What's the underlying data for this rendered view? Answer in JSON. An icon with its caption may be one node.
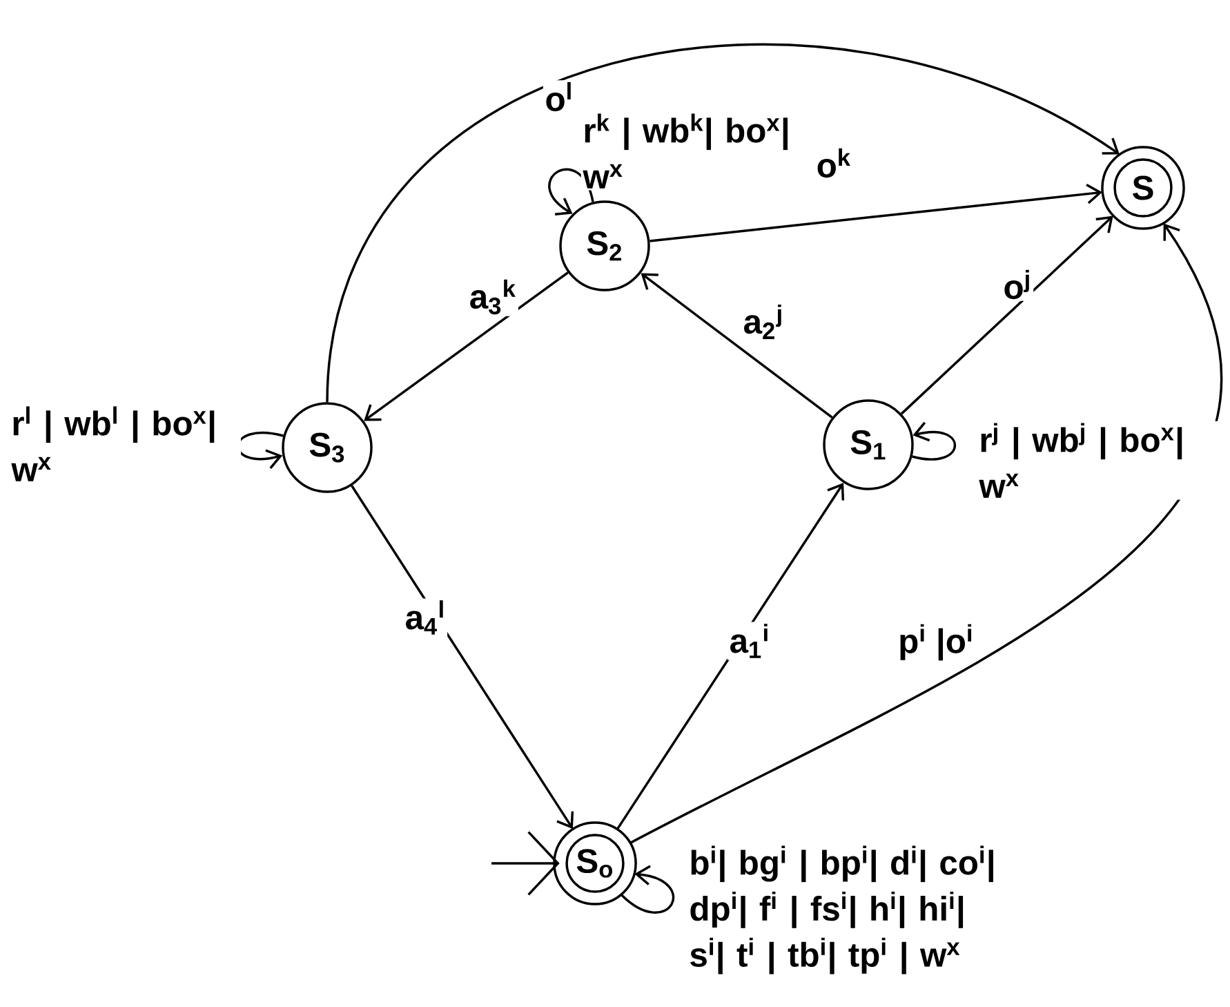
{
  "diagram": {
    "nodes": [
      {
        "text": [
          "S"
        ]
      },
      {
        "text": [
          "S$_{2}$"
        ]
      },
      {
        "text": [
          "S$_{3}$"
        ]
      },
      {
        "text": [
          "S$_{1}$"
        ]
      },
      {
        "text": [
          "S$_{o}$"
        ]
      }
    ],
    "edges": [
      {
        "from": 2,
        "to": 0,
        "arrow": "to",
        "label": "o$^{l}$"
      },
      {
        "from": 1,
        "to": 1,
        "arrow": "to",
        "label": "r$^{k}$ | wb$^{k}$| bo$^{x}$| w$^{x}$"
      },
      {
        "from": 1,
        "to": 0,
        "arrow": "to",
        "label": "o$^{k}$"
      },
      {
        "from": 1,
        "to": 2,
        "arrow": "to",
        "label": "a$_{3}$$^{k}$"
      },
      {
        "from": 3,
        "to": 1,
        "arrow": "to",
        "label": "a$_{2}$$^{j}$"
      },
      {
        "from": 3,
        "to": 0,
        "arrow": "to",
        "label": "o$^{j}$"
      },
      {
        "from": 2,
        "to": 2,
        "arrow": "to",
        "label": "r$^{l}$ | wb$^{l}$ | bo$^{x}$| w$^{x}$"
      },
      {
        "from": 3,
        "to": 3,
        "arrow": "to",
        "label": "r$^{j}$ | wb$^{j}$ | bo$^{x}$| w$^{x}$"
      },
      {
        "from": 2,
        "to": 4,
        "arrow": "to",
        "label": "a$_{4}$$^{l}$"
      },
      {
        "from": 4,
        "to": 3,
        "arrow": "to",
        "label": "a$_{1}$$^{i}$"
      },
      {
        "from": 4,
        "to": 0,
        "arrow": "to",
        "label": "p$^{i}$ |o$^{i}$"
      },
      {
        "from": 4,
        "to": 4,
        "arrow": "to",
        "label": "b$^{i}$| bg$^{i}$ | bp$^{i}$| d$^{i}$| co$^{i}$| dp$^{i}$| f$^{i}$ | fs$^{i}$| h$^{i}$| hi$^{i}$| s$^{i}$| t$^{i}$ | tb$^{i}$| tp$^{i}$ | w$^{x}$"
      },
      {
        "from": null,
        "to": 4,
        "arrow": "to"
      }
    ]
  }
}
